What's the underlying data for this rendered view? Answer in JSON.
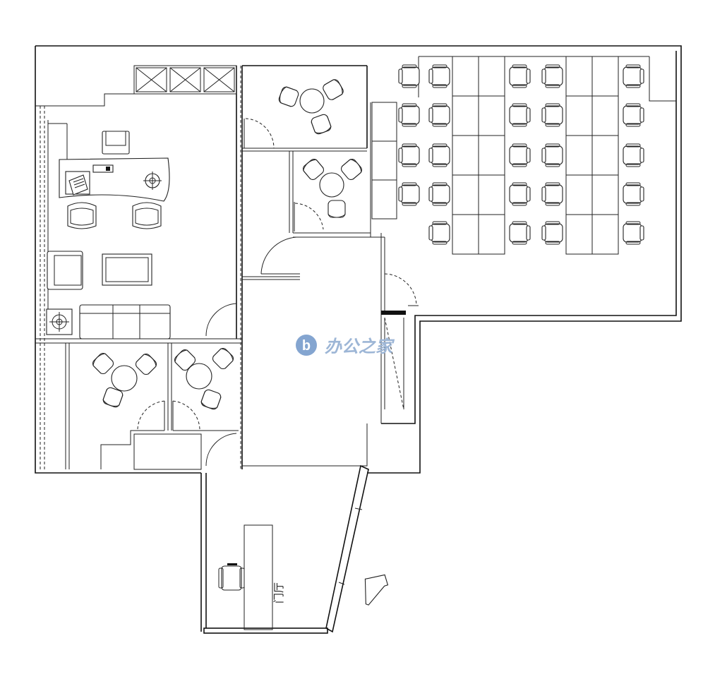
{
  "watermark": {
    "text": "办公之家",
    "logo_letter": "b",
    "color": "#6e95c8"
  },
  "rooms": {
    "lobby": {
      "label": "门厅"
    }
  },
  "icons": {
    "entrance_arrow": "entrance-arrow-icon"
  },
  "colors": {
    "line": "#111111",
    "background": "#ffffff",
    "watermark": "#9db6d6"
  }
}
